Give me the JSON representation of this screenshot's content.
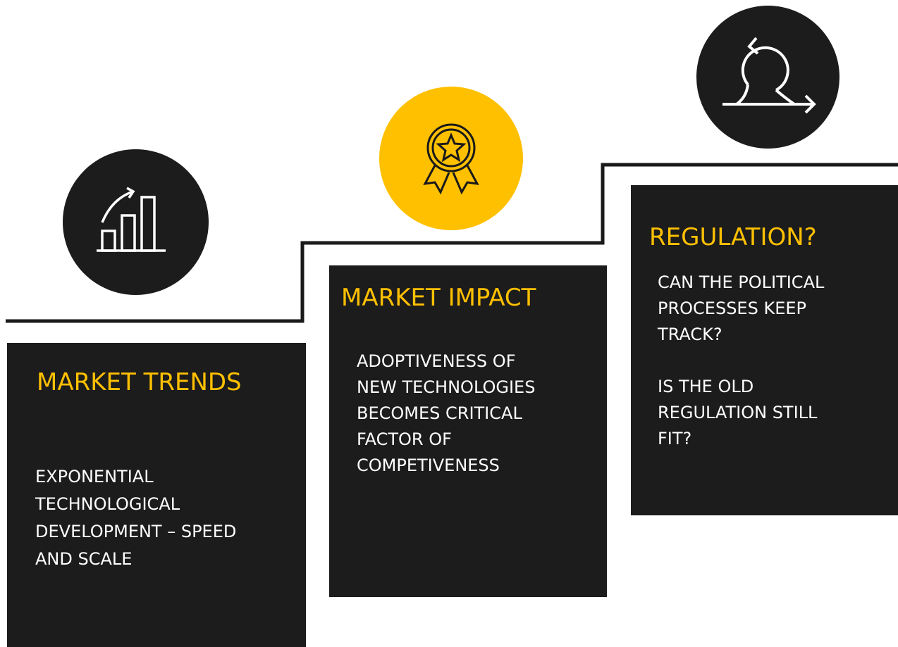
{
  "colors": {
    "accent": "#ffc000",
    "dark": "#1c1c1c",
    "text": "#ffffff"
  },
  "steps": [
    {
      "icon": "growth-chart-icon",
      "title": "MARKET TRENDS",
      "body": "EXPONENTIAL\nTECHNOLOGICAL\nDEVELOPMENT – SPEED\nAND SCALE"
    },
    {
      "icon": "award-ribbon-icon",
      "title": "MARKET IMPACT",
      "body": "ADOPTIVENESS OF\nNEW TECHNOLOGIES\nBECOMES CRITICAL\nFACTOR OF\nCOMPETIVENESS"
    },
    {
      "icon": "cycle-arrow-icon",
      "title": "REGULATION?",
      "body": "CAN THE POLITICAL\nPROCESSES KEEP\nTRACK?\n\nIS THE OLD\nREGULATION STILL\nFIT?"
    }
  ]
}
